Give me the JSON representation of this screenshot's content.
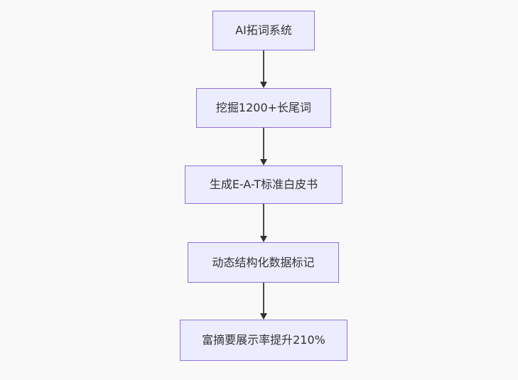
{
  "diagram": {
    "type": "flowchart",
    "direction": "top-down",
    "nodes": [
      {
        "id": "A",
        "label": "AI拓词系统"
      },
      {
        "id": "B",
        "label": "挖掘1200+长尾词"
      },
      {
        "id": "C",
        "label": "生成E-A-T标准白皮书"
      },
      {
        "id": "D",
        "label": "动态结构化数据标记"
      },
      {
        "id": "E",
        "label": "富摘要展示率提升210%"
      }
    ],
    "edges": [
      {
        "from": "A",
        "to": "B"
      },
      {
        "from": "B",
        "to": "C"
      },
      {
        "from": "C",
        "to": "D"
      },
      {
        "from": "D",
        "to": "E"
      }
    ]
  },
  "colors": {
    "bg": "#f9f9f9",
    "node_fill": "#ECECFF",
    "node_border": "#9370DB",
    "node_text": "#333333",
    "arrow_line": "#4a4a4a",
    "arrow_head": "#2f2f2f"
  }
}
